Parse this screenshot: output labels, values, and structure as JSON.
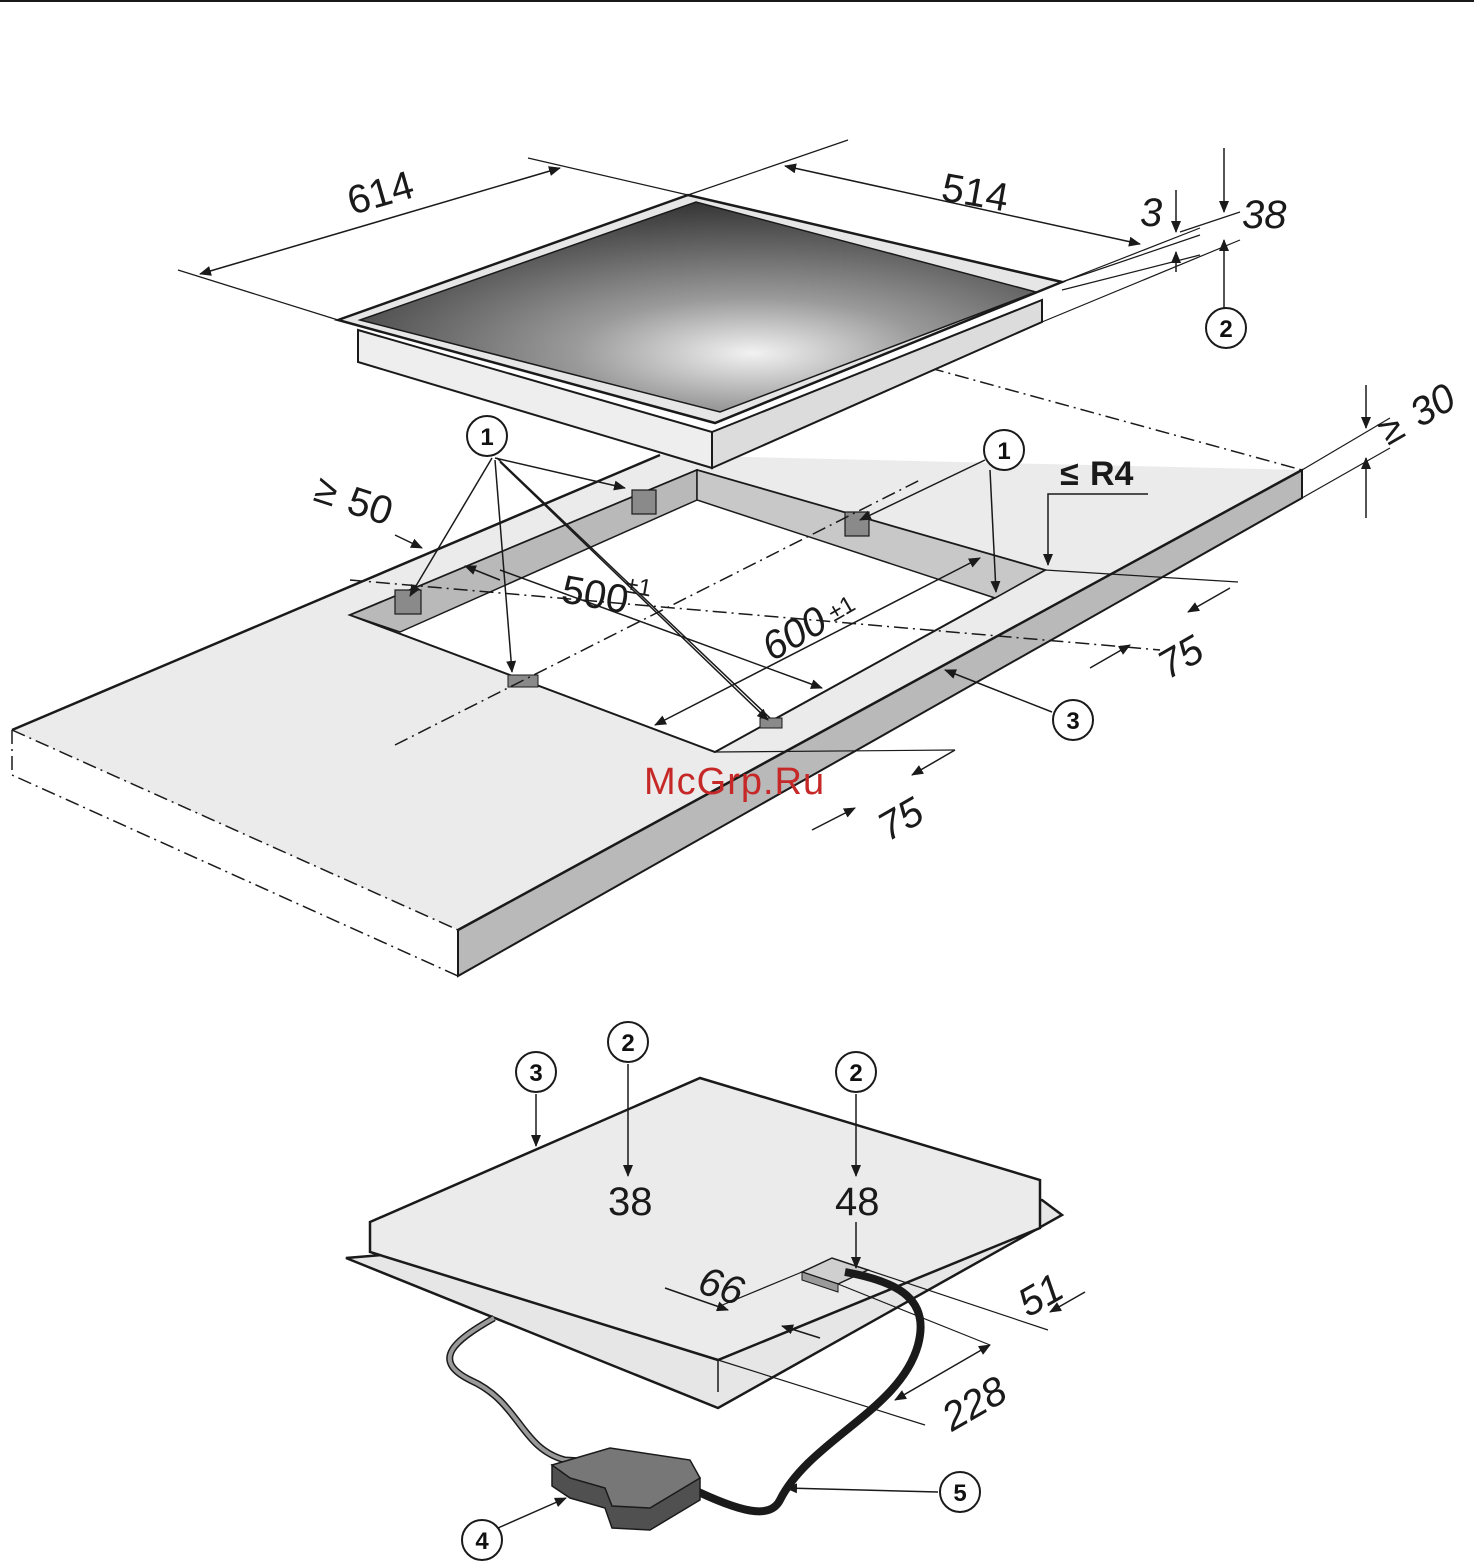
{
  "dimensions": {
    "hob_depth": "614",
    "hob_width": "514",
    "glass_overhang": "3",
    "hob_height": "38",
    "worktop_min_thickness": "30",
    "min_front_distance": "50",
    "cutout_depth": "500",
    "cutout_depth_tol": "±1",
    "cutout_width": "600",
    "cutout_width_tol": "±1",
    "corner_radius": "R4",
    "side_distance_a": "75",
    "side_distance_b": "75",
    "bottom_height_a": "38",
    "bottom_height_b": "48",
    "conn_offset": "66",
    "conn_side": "51",
    "conn_rear": "228"
  },
  "symbols": {
    "less_equal": "≤",
    "greater_equal": "≥"
  },
  "callouts": {
    "c1a": "1",
    "c1b": "1",
    "c2_top": "2",
    "c3_top": "3",
    "c2_bottom_a": "2",
    "c2_bottom_b": "2",
    "c3_bottom": "3",
    "c4": "4",
    "c5": "5"
  },
  "watermark": "McGrp.Ru",
  "colors": {
    "worktop": "#ebebeb",
    "worktop_edge": "#b9b9b9",
    "glass_dark": "#3a3a3a",
    "frame": "#e6e6e6",
    "connector_box": "#666666",
    "cable_grey": "#9a9a9a",
    "cable_black": "#1a1a1a",
    "watermark": "#c62828"
  }
}
